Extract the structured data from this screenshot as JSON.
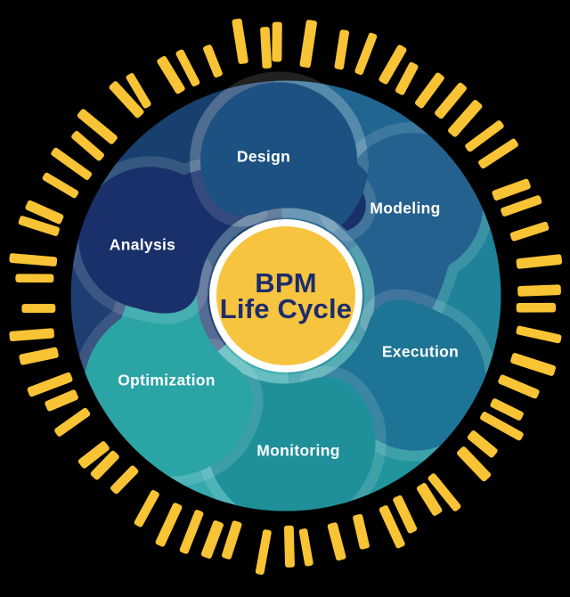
{
  "diagram": {
    "title_semantic": "BPM Life Cycle swirl diagram",
    "background_color": "#000000",
    "center": {
      "line1": "BPM",
      "line2": "Life Cycle",
      "circle_color": "#F7C440",
      "ring_color": "#FFFFFF",
      "text_color": "#1B2D6C"
    },
    "label_color": "#FFFFFF",
    "halo_color": "rgba(255,255,255,0.13)",
    "petals": [
      {
        "label": "Design",
        "fill": "#1D5181",
        "band": "#17406E"
      },
      {
        "label": "Modeling",
        "fill": "#25618E",
        "band": "#216691"
      },
      {
        "label": "Execution",
        "fill": "#1E7495",
        "band": "#1F8298"
      },
      {
        "label": "Monitoring",
        "fill": "#1F909A",
        "band": "#22949E"
      },
      {
        "label": "Optimization",
        "fill": "#2BA4A6",
        "band": "#35A9AD"
      },
      {
        "label": "Analysis",
        "fill": "#19306A",
        "band": "#1E3D71"
      }
    ],
    "rays": {
      "color": "#F8C334",
      "count": 62
    }
  }
}
